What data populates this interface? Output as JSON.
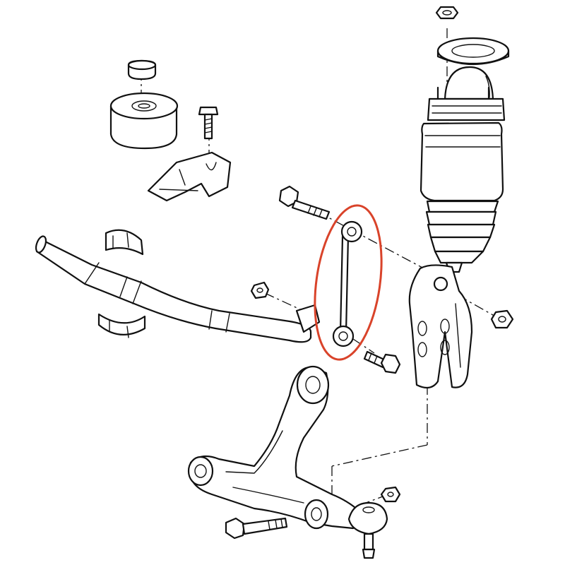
{
  "diagram": {
    "style": "exploded-view line drawing",
    "highlight_color": "#d9432a",
    "line_color": "#111111",
    "background": "#ffffff",
    "highlighted_part": "stabilizer-link",
    "parts": [
      "air-strut",
      "top-mount-nut",
      "strut-mount-plate",
      "rubber-mount",
      "mount-cap",
      "mount-bracket",
      "bracket-bolt",
      "stabilizer-bar",
      "stabilizer-bushing-upper",
      "stabilizer-bushing-lower",
      "stabilizer-link",
      "link-upper-bolt",
      "link-lower-bolt",
      "stabilizer-nut",
      "strut-fork",
      "fork-nut",
      "lower-control-arm",
      "ball-joint",
      "control-arm-bolt",
      "control-arm-nut"
    ]
  }
}
